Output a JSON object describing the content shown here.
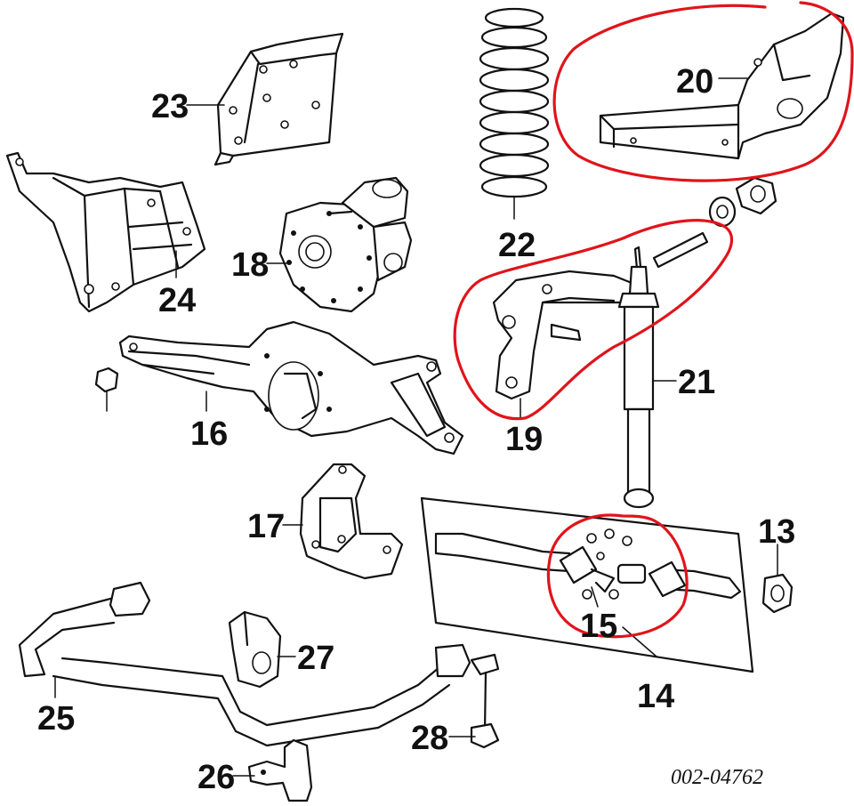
{
  "diagram": {
    "labels": {
      "p13": "13",
      "p14": "14",
      "p15": "15",
      "p16": "16",
      "p17": "17",
      "p18": "18",
      "p19": "19",
      "p20": "20",
      "p21": "21",
      "p22": "22",
      "p23": "23",
      "p24": "24",
      "p25": "25",
      "p26": "26",
      "p27": "27",
      "p28": "28"
    },
    "code": "002-04762",
    "highlight_color": "#e0141b"
  }
}
